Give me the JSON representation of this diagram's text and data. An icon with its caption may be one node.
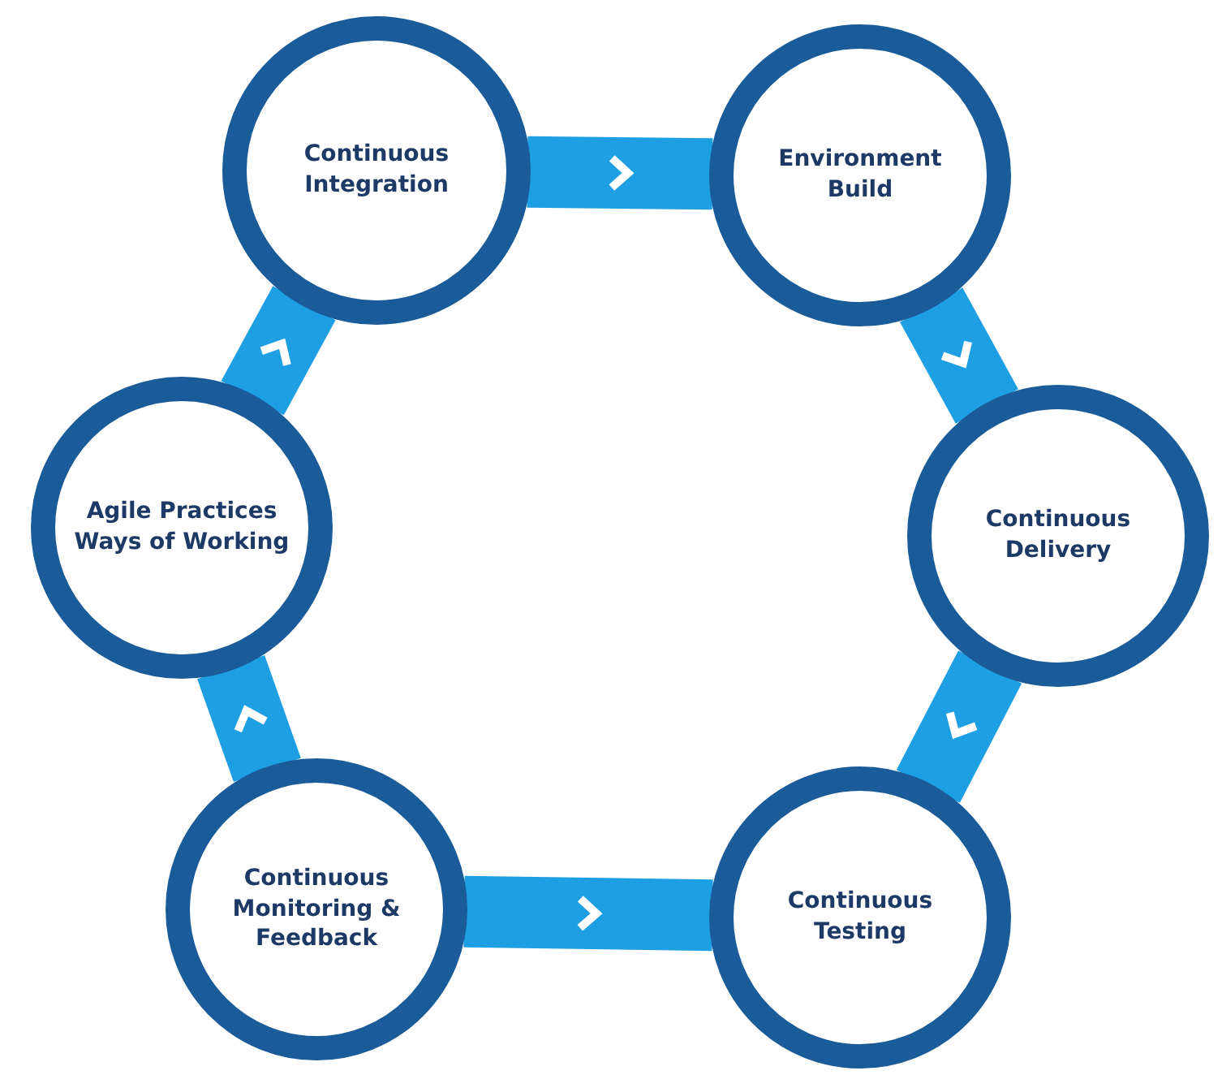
{
  "diagram": {
    "nodes": [
      {
        "text": [
          "Continuous Integration"
        ]
      },
      {
        "text": [
          "Environment Build"
        ]
      },
      {
        "text": [
          "Continuous Delivery"
        ]
      },
      {
        "text": [
          "Continuous Testing"
        ]
      },
      {
        "text": [
          "Continuous Monitoring & Feedback"
        ]
      },
      {
        "text": [
          "Agile Practices Ways of Working"
        ]
      }
    ],
    "edges": [
      {
        "from": 0,
        "to": 1,
        "arrow": "to"
      },
      {
        "from": 1,
        "to": 2,
        "arrow": "to"
      },
      {
        "from": 2,
        "to": 3,
        "arrow": "to"
      },
      {
        "from": 4,
        "to": 3,
        "arrow": "to"
      },
      {
        "from": 4,
        "to": 5,
        "arrow": "to"
      },
      {
        "from": 5,
        "to": 0,
        "arrow": "to"
      }
    ]
  }
}
